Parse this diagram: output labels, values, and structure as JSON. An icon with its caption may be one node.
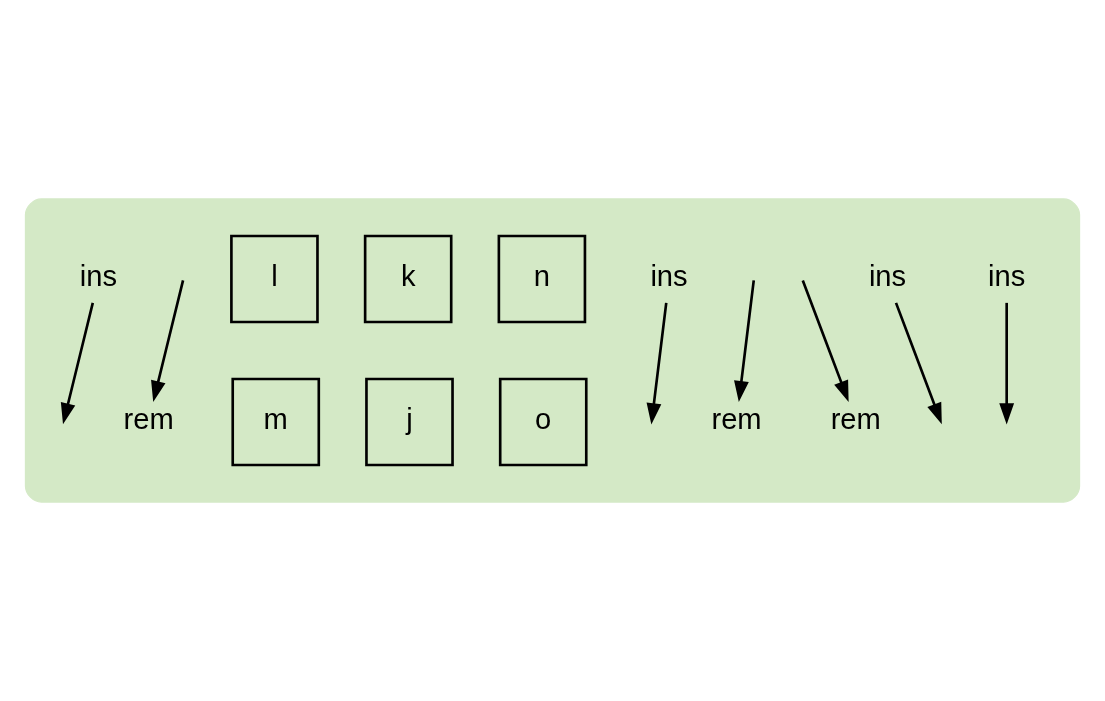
{
  "diagram": {
    "nodes": [
      {
        "text": [],
        "shape": "box"
      },
      {
        "text": [
          "ins"
        ],
        "in": 0
      },
      {
        "text": [
          "ins"
        ],
        "in": 0
      },
      {
        "text": [
          "rem"
        ],
        "in": 0
      },
      {
        "text": [
          "rem"
        ],
        "in": 0
      },
      {
        "text": [
          "ins"
        ],
        "in": 0
      },
      {
        "text": [
          "n"
        ],
        "in": 0
      },
      {
        "text": [
          "k"
        ],
        "in": 0
      },
      {
        "text": [
          "l"
        ],
        "in": 0
      },
      {
        "text": [
          "o"
        ],
        "in": 0
      },
      {
        "text": [
          "rem"
        ],
        "in": 0
      },
      {
        "text": [
          "j"
        ],
        "in": 0
      },
      {
        "text": [
          "m"
        ],
        "in": 0
      },
      {
        "text": [
          "ins"
        ],
        "in": 0
      }
    ],
    "edges": [
      {
        "from": 1,
        "to": null,
        "arrow": "to"
      },
      {
        "from": 2,
        "to": null,
        "arrow": "to"
      },
      {
        "from": null,
        "to": 3,
        "arrow": "to"
      },
      {
        "from": null,
        "to": 4,
        "arrow": "to"
      },
      {
        "from": 5,
        "to": null,
        "arrow": "to"
      },
      {
        "from": null,
        "to": 10,
        "arrow": "to"
      },
      {
        "from": 13,
        "to": null,
        "arrow": "to"
      }
    ]
  }
}
